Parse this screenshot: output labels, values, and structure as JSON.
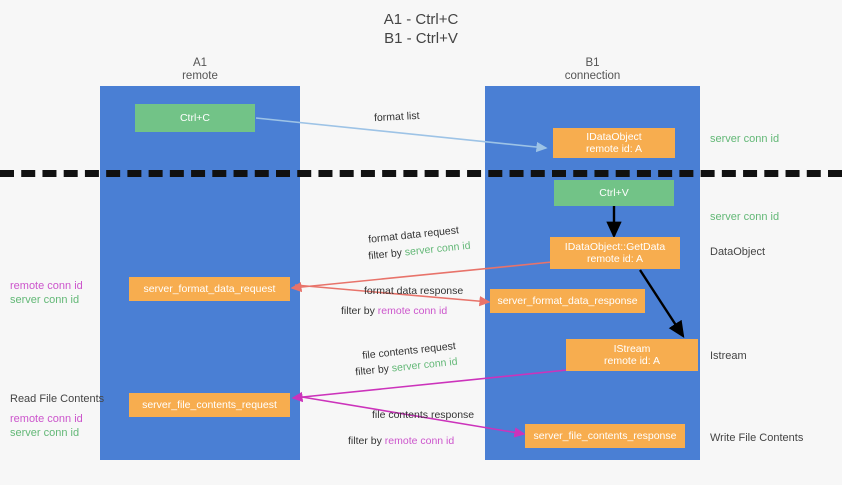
{
  "title": {
    "line1": "A1 - Ctrl+C",
    "line2": "B1 - Ctrl+V"
  },
  "lanes": [
    {
      "id": "a1",
      "name": "A1",
      "sub": "remote",
      "color": "#4a7fd4"
    },
    {
      "id": "b1",
      "name": "B1",
      "sub": "connection",
      "color": "#4a7fd4"
    }
  ],
  "nodes": {
    "ctrl_c": "Ctrl+C",
    "idataobject_create": {
      "line1": "IDataObject",
      "line2": "remote id: A"
    },
    "ctrl_v": "Ctrl+V",
    "getdata": {
      "line1": "IDataObject::GetData",
      "line2": "remote id: A"
    },
    "istream": {
      "line1": "IStream",
      "line2": "remote id: A"
    },
    "server_format_data_request": "server_format_data_request",
    "server_format_data_response": "server_format_data_response",
    "server_file_contents_request": "server_file_contents_request",
    "server_file_contents_response": "server_file_contents_response"
  },
  "edges": {
    "format_list": "format list",
    "format_data_request": "format data request",
    "format_data_response": "format data response",
    "file_contents_request": "file contents request",
    "file_contents_response": "file contents response",
    "filter_by": "filter by",
    "server_conn_id": "server conn id",
    "remote_conn_id": "remote conn id"
  },
  "annotations": {
    "right_server_conn_id_top": "server conn id",
    "right_server_conn_id_mid": "server conn id",
    "right_dataobject": "DataObject",
    "right_istream": "Istream",
    "right_write_file_contents": "Write File Contents",
    "left_remote_conn_id": "remote conn id",
    "left_server_conn_id": "server conn id",
    "left_read_file_contents": "Read File Contents",
    "left_remote_conn_id_2": "remote conn id",
    "left_server_conn_id_2": "server conn id"
  },
  "colors": {
    "lane": "#4a7fd4",
    "green_node": "#72c387",
    "orange_node": "#f7ad4f",
    "server_conn_id": "#63b877",
    "remote_conn_id": "#cc55cc",
    "arrow_blue": "#9dc3e6",
    "arrow_red": "#e8736a",
    "arrow_magenta": "#cc33bb",
    "arrow_black": "#000000"
  }
}
